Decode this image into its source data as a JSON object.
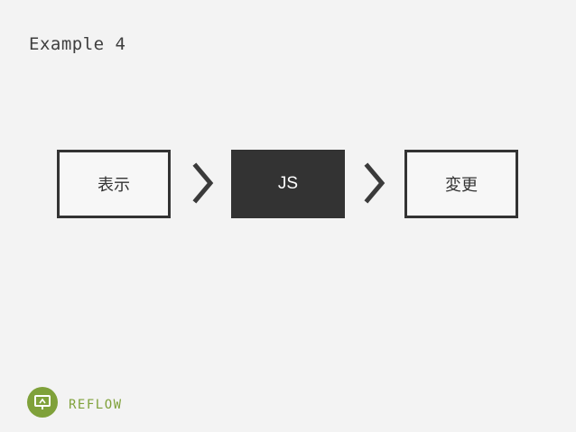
{
  "title": "Example 4",
  "flow": {
    "steps": [
      {
        "label": "表示",
        "style": "outline"
      },
      {
        "label": "JS",
        "style": "filled"
      },
      {
        "label": "変更",
        "style": "outline"
      }
    ],
    "connector_icon": "chevron-right-icon"
  },
  "brand": {
    "name": "REFLOW",
    "icon": "presentation-icon",
    "color": "#7fa13a"
  },
  "colors": {
    "background": "#f3f3f3",
    "box": "#333333"
  }
}
